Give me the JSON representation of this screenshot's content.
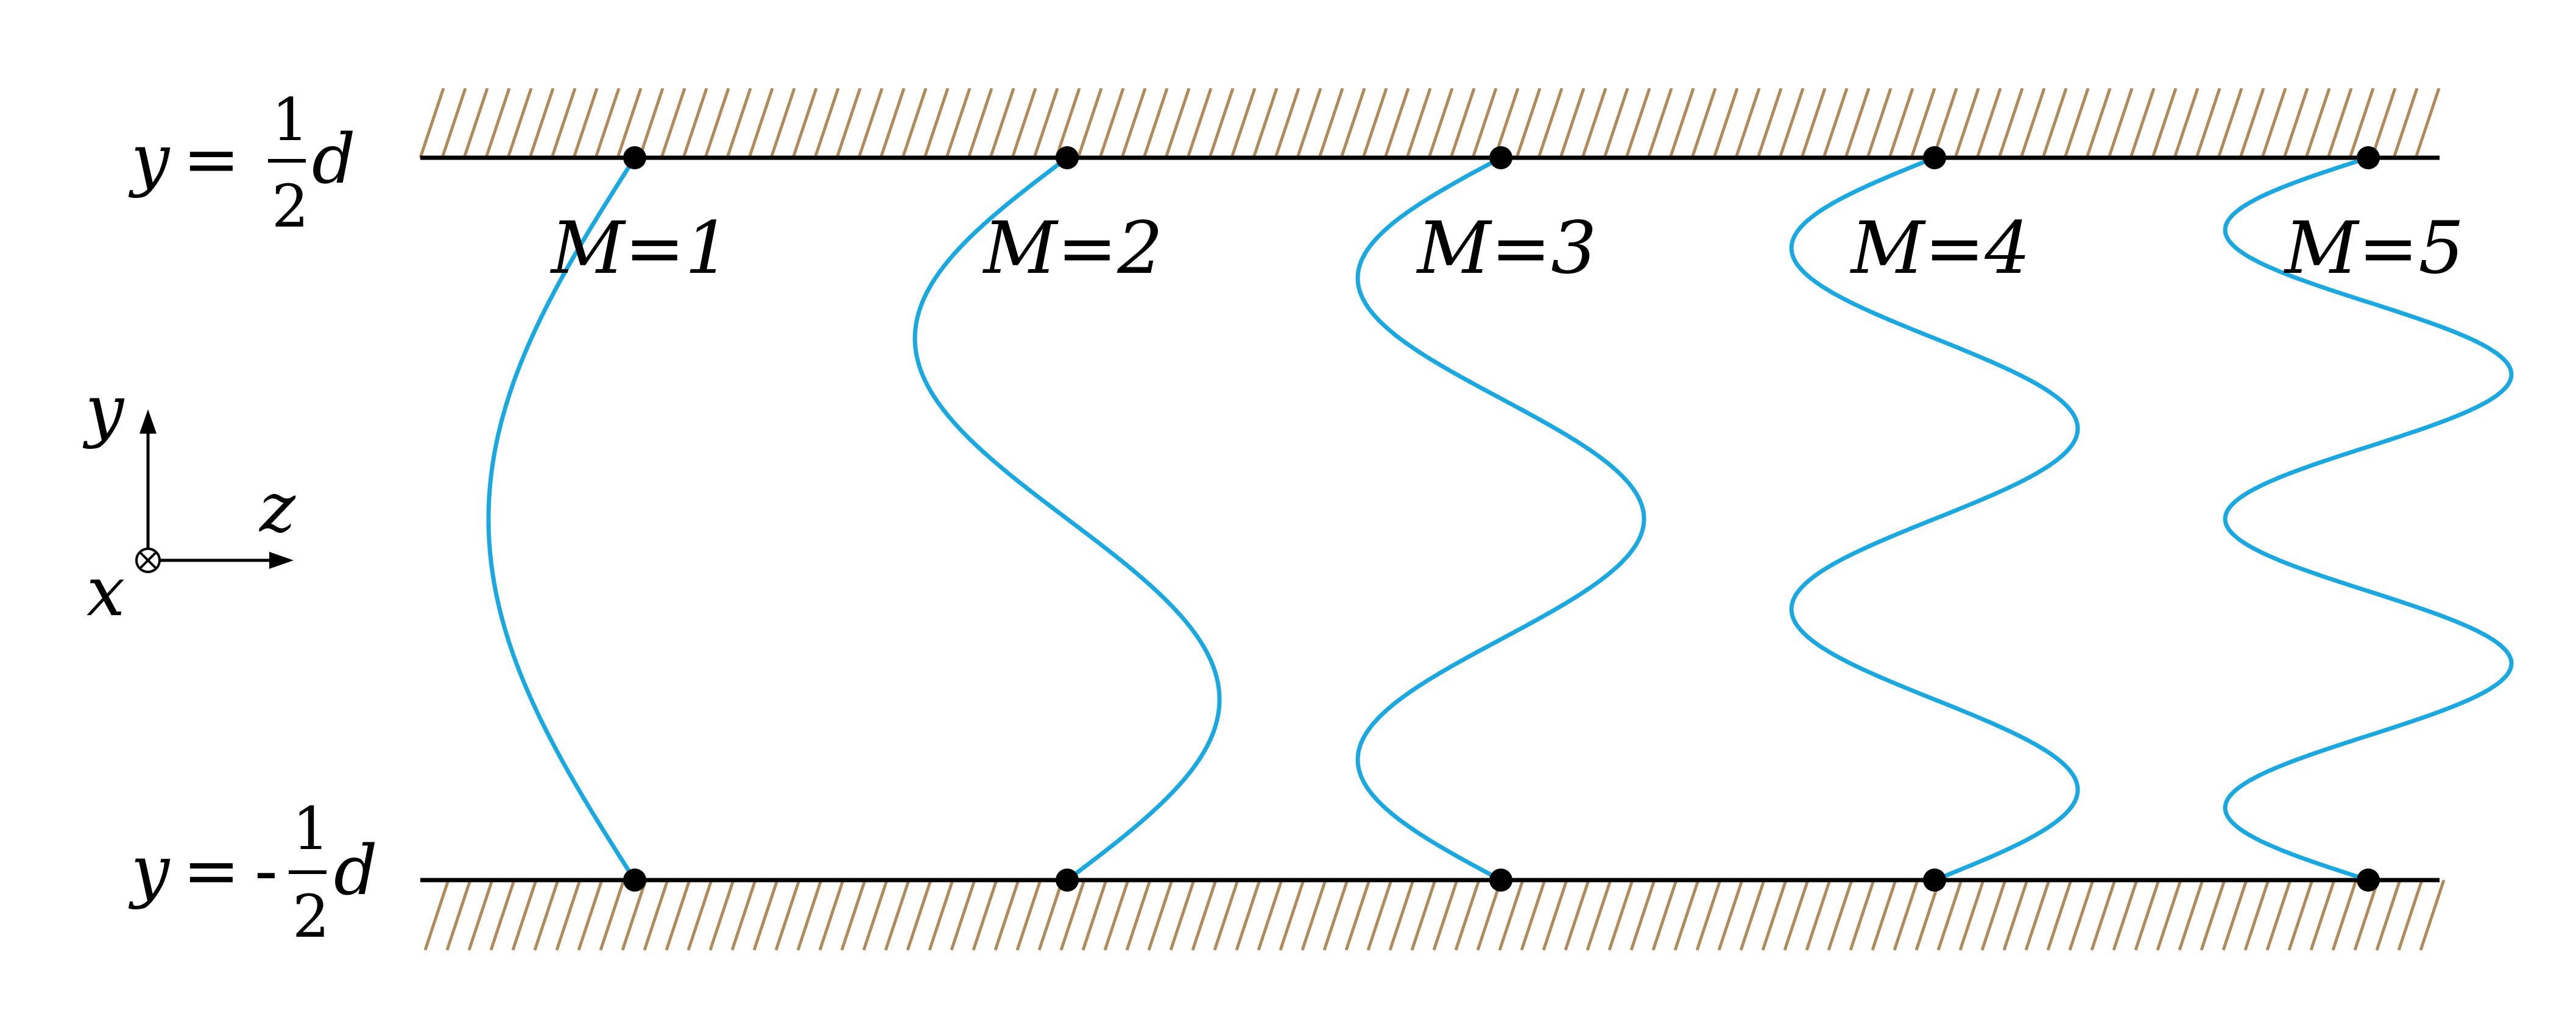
{
  "colors": {
    "wall_line": "#000000",
    "hatch": "#b08a5a",
    "curve": "#1ba8e0",
    "node": "#000000"
  },
  "walls": {
    "top": {
      "y_var": "y",
      "equals": "=",
      "sign": "",
      "numerator": "1",
      "denominator": "2",
      "d": "d"
    },
    "bottom": {
      "y_var": "y",
      "equals": "=",
      "sign": "-",
      "numerator": "1",
      "denominator": "2",
      "d": "d"
    }
  },
  "axes": {
    "y": "y",
    "z": "z",
    "x": "x",
    "x_symbol": "⊗"
  },
  "modes": [
    {
      "label": "M=1",
      "m": 1
    },
    {
      "label": "M=2",
      "m": 2
    },
    {
      "label": "M=3",
      "m": 3
    },
    {
      "label": "M=4",
      "m": 4
    },
    {
      "label": "M=5",
      "m": 5
    }
  ]
}
